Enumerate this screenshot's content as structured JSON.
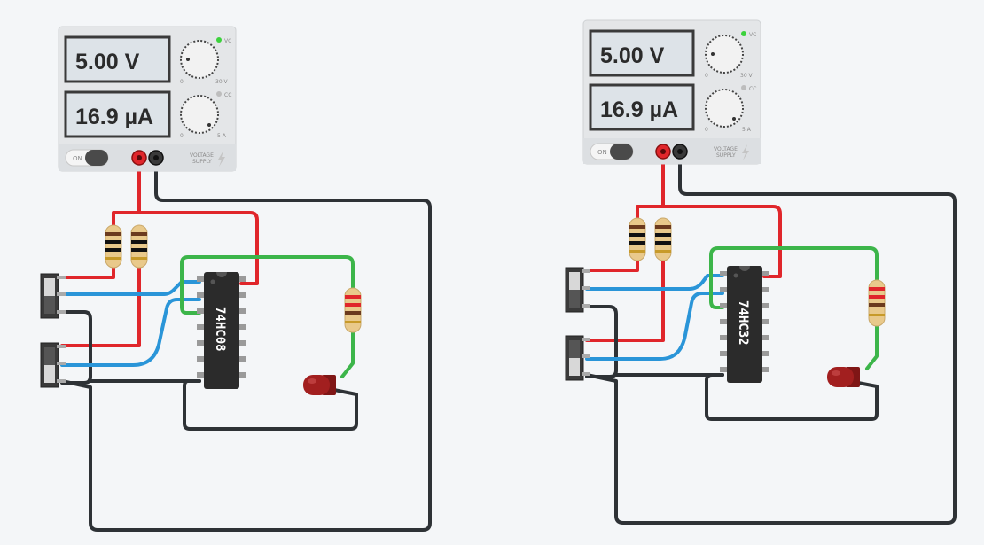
{
  "circuit_left": {
    "supply": {
      "voltage": "5.00 V",
      "current": "16.9 µA",
      "switch_label": "ON",
      "brand_line1": "VOLTAGE",
      "brand_line2": "SUPPLY",
      "cv_label": "VC",
      "cc_label": "CC",
      "v_min": "0",
      "v_max": "30 V",
      "a_min": "0",
      "a_max": "5 A"
    },
    "chip_label": "74HC08"
  },
  "circuit_right": {
    "supply": {
      "voltage": "5.00 V",
      "current": "16.9 µA",
      "switch_label": "ON",
      "brand_line1": "VOLTAGE",
      "brand_line2": "SUPPLY",
      "cv_label": "VC",
      "cc_label": "CC",
      "v_min": "0",
      "v_max": "30 V",
      "a_min": "0",
      "a_max": "5 A"
    },
    "chip_label": "74HC32"
  },
  "colors": {
    "wire_red": "#e0262b",
    "wire_black": "#2e3236",
    "wire_blue": "#2a95d8",
    "wire_green": "#3cb54a",
    "led_red": "#a21f1f",
    "ic_body": "#2b2b2b",
    "resistor_body": "#e9c98b"
  }
}
